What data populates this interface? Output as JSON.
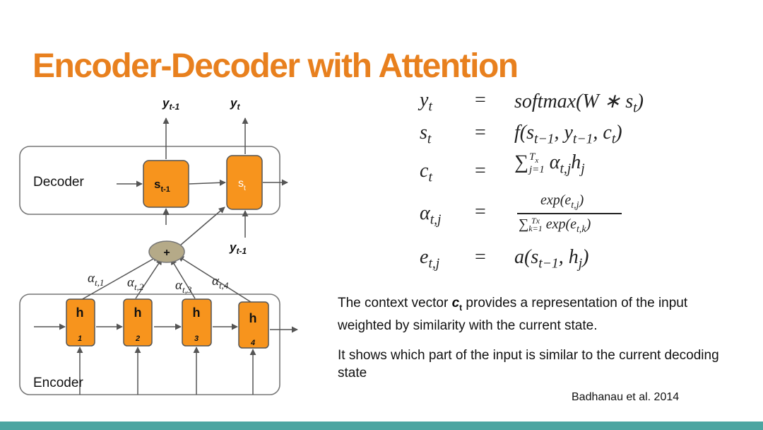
{
  "slide": {
    "title": "Encoder-Decoder with Attention",
    "accent_color": "#e8801e",
    "footer_bar_color": "#4ca5a1"
  },
  "diagram": {
    "decoder_label": "Decoder",
    "encoder_label": "Encoder",
    "output_label_prev": "y",
    "output_label_prev_sub": "t-1",
    "output_label_curr": "y",
    "output_label_curr_sub": "t",
    "input_label_prev": "y",
    "input_label_prev_sub": "t-1",
    "decoder_state_prev": "s",
    "decoder_state_prev_sub": "t-1",
    "decoder_state_curr": "s",
    "decoder_state_curr_sub": "t",
    "combine_symbol": "+",
    "node_fill": "#f7941d",
    "combine_fill": "#b5aa88",
    "hidden_states": [
      {
        "label": "h",
        "index": "1"
      },
      {
        "label": "h",
        "index": "2"
      },
      {
        "label": "h",
        "index": "3"
      },
      {
        "label": "h",
        "index": "4"
      }
    ],
    "attention_weights": [
      {
        "symbol": "α",
        "sub": "t,1"
      },
      {
        "symbol": "α",
        "sub": "t,2"
      },
      {
        "symbol": "α",
        "sub": "t,3"
      },
      {
        "symbol": "α",
        "sub": "t,4"
      }
    ]
  },
  "equations": {
    "eq1_lhs": "y",
    "eq1_lhs_sub": "t",
    "eq1_rhs": "softmax(W ∗ s",
    "eq1_rhs_sub": "t",
    "eq1_rhs_end": ")",
    "eq2_lhs": "s",
    "eq2_lhs_sub": "t",
    "eq2_rhs": "f(s",
    "eq2_rhs_sub1": "t−1",
    "eq2_rhs_mid1": ", y",
    "eq2_rhs_sub2": "t−1",
    "eq2_rhs_mid2": ", c",
    "eq2_rhs_sub3": "t",
    "eq2_rhs_end": ")",
    "eq3_lhs": "c",
    "eq3_lhs_sub": "t",
    "eq3_sum": "∑",
    "eq3_sum_sup": "T",
    "eq3_sum_sup_sub": "x",
    "eq3_sum_sub": "j=1",
    "eq3_rhs": " α",
    "eq3_rhs_sub1": "t,j",
    "eq3_rhs_mid": "h",
    "eq3_rhs_sub2": "j",
    "eq4_lhs": "α",
    "eq4_lhs_sub": "t,j",
    "eq4_num": "exp(e",
    "eq4_num_sub": "t,j",
    "eq4_num_end": ")",
    "eq4_den_sum": "∑",
    "eq4_den_sup": "Tx",
    "eq4_den_sub": "k=1",
    "eq4_den_rest": " exp(e",
    "eq4_den_rest_sub": "t,k",
    "eq4_den_end": ")",
    "eq5_lhs": "e",
    "eq5_lhs_sub": "t,j",
    "eq5_rhs": "a(s",
    "eq5_rhs_sub1": "t−1",
    "eq5_rhs_mid": ", h",
    "eq5_rhs_sub2": "j",
    "eq5_rhs_end": ")",
    "equals": "="
  },
  "description": {
    "p1_start": "The context vector ",
    "p1_symbol": "c",
    "p1_symbol_sub": "t",
    "p1_rest": " provides a representation of the input weighted by similarity with the current state.",
    "p2": "It shows which part of the input is similar to the current decoding state"
  },
  "citation": "Badhanau et al. 2014"
}
